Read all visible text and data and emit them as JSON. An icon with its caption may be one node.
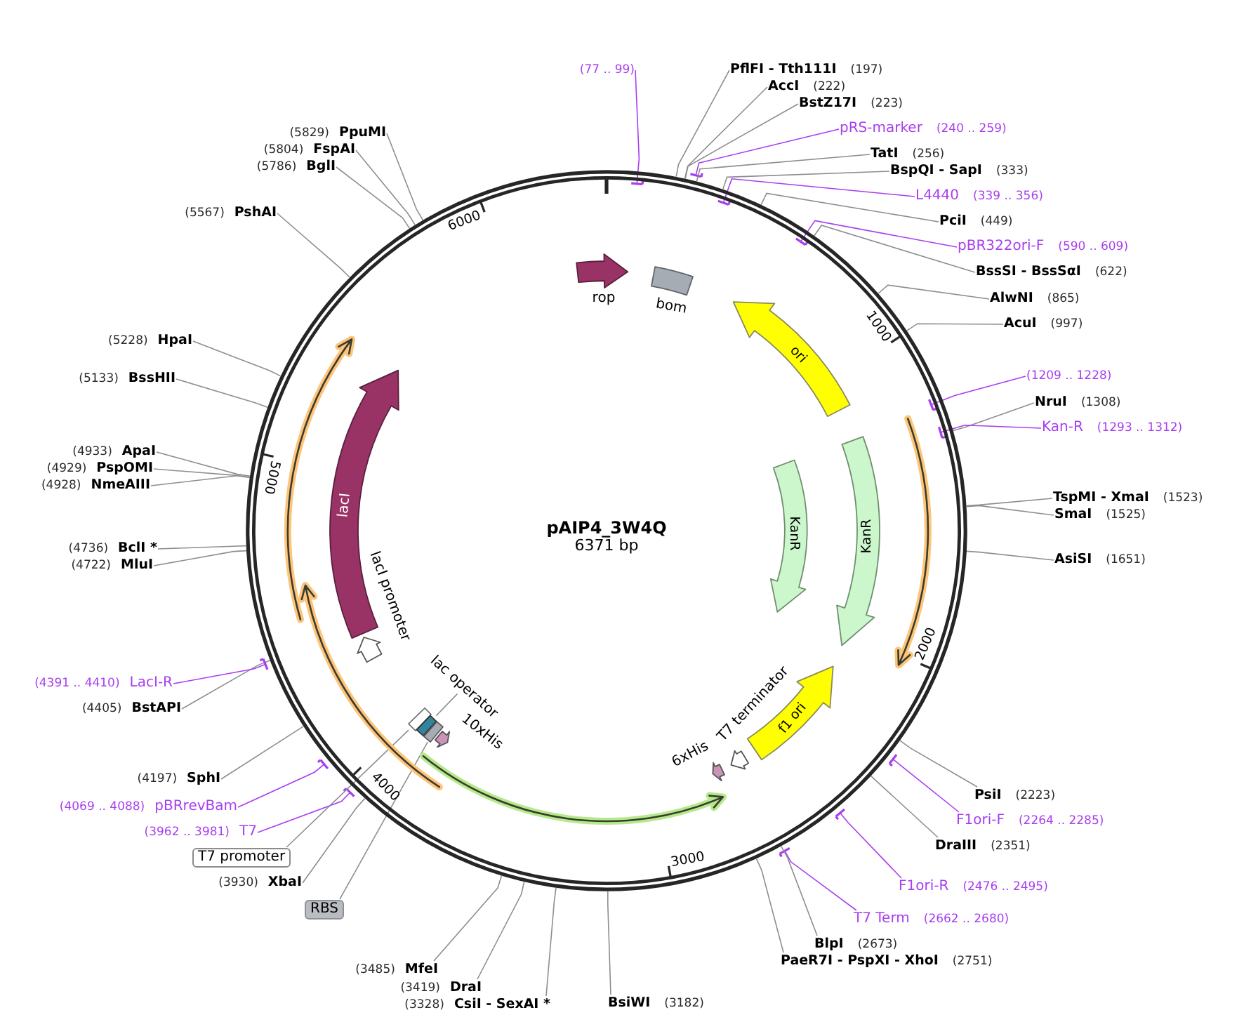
{
  "diagram": {
    "title": "pAIP4_3W4Q",
    "nodes": [
      {
        "text": [
          "(77 .. 99)"
        ]
      },
      {
        "text": [
          "PflFI - Tth111I",
          "(197)"
        ]
      },
      {
        "text": [
          "AccI",
          "(222)"
        ]
      },
      {
        "text": [
          "BstZ17I",
          "(223)"
        ]
      },
      {
        "text": [
          "pRS-marker",
          "(240 .. 259)"
        ]
      },
      {
        "text": [
          "TatI",
          "(256)"
        ]
      },
      {
        "text": [
          "BspQI - SapI",
          "(333)"
        ]
      },
      {
        "text": [
          "L4440",
          "(339 .. 356)"
        ]
      },
      {
        "text": [
          "PciI",
          "(449)"
        ]
      },
      {
        "text": [
          "pBR322ori-F",
          "(590 .. 609)"
        ]
      },
      {
        "text": [
          "BssSI - BssSαI",
          "(622)"
        ]
      },
      {
        "text": [
          "AlwNI",
          "(865)"
        ]
      },
      {
        "text": [
          "AcuI",
          "(997)"
        ]
      },
      {
        "text": [
          "(1209 .. 1228)"
        ]
      },
      {
        "text": [
          "NruI",
          "(1308)"
        ]
      },
      {
        "text": [
          "Kan-R",
          "(1293 .. 1312)"
        ]
      },
      {
        "text": [
          "TspMI - XmaI",
          "(1523)"
        ]
      },
      {
        "text": [
          "SmaI",
          "(1525)"
        ]
      },
      {
        "text": [
          "AsiSI",
          "(1651)"
        ]
      },
      {
        "text": [
          "PsiI",
          "(2223)"
        ]
      },
      {
        "text": [
          "F1ori-F",
          "(2264 .. 2285)"
        ]
      },
      {
        "text": [
          "DraIII",
          "(2351)"
        ]
      },
      {
        "text": [
          "F1ori-R",
          "(2476 .. 2495)"
        ]
      },
      {
        "text": [
          "T7 Term",
          "(2662 .. 2680)"
        ]
      },
      {
        "text": [
          "BlpI",
          "(2673)"
        ]
      },
      {
        "text": [
          "PaeR7I - PspXI - XhoI",
          "(2751)"
        ]
      },
      {
        "text": [
          "BsiWI",
          "(3182)"
        ]
      },
      {
        "text": [
          "(3485)",
          "MfeI"
        ]
      },
      {
        "text": [
          "(3419)",
          "DraI"
        ]
      },
      {
        "text": [
          "(3328)",
          "CsiI - SexAI *"
        ]
      },
      {
        "text": [
          "RBS"
        ]
      },
      {
        "text": [
          "(3930)",
          "XbaI"
        ]
      },
      {
        "text": [
          "T7 promoter"
        ]
      },
      {
        "text": [
          "(3962 .. 3981)",
          "T7"
        ]
      },
      {
        "text": [
          "(4069 .. 4088)",
          "pBRrevBam"
        ]
      },
      {
        "text": [
          "(4197)",
          "SphI"
        ]
      },
      {
        "text": [
          "(4405)",
          "BstAPI"
        ]
      },
      {
        "text": [
          "(4391 .. 4410)",
          "LacI-R"
        ]
      },
      {
        "text": [
          "(4722)",
          "MluI"
        ]
      },
      {
        "text": [
          "(4736)",
          "BclI *"
        ]
      },
      {
        "text": [
          "(4928)",
          "NmeAIII"
        ]
      },
      {
        "text": [
          "(4929)",
          "PspOMI"
        ]
      },
      {
        "text": [
          "(4933)",
          "ApaI"
        ]
      },
      {
        "text": [
          "(5133)",
          "BssHII"
        ]
      },
      {
        "text": [
          "(5228)",
          "HpaI"
        ]
      },
      {
        "text": [
          "(5567)",
          "PshAI"
        ]
      },
      {
        "text": [
          "(5786)",
          "BglI"
        ]
      },
      {
        "text": [
          "(5804)",
          "FspAI"
        ]
      },
      {
        "text": [
          "(5829)",
          "PpuMI"
        ]
      },
      {
        "text": [],
        "shape": "circle"
      },
      {
        "text": [
          "rop"
        ],
        "in": 49
      },
      {
        "text": [
          "bom"
        ],
        "in": 49
      },
      {
        "text": [
          "ori"
        ],
        "in": 49
      },
      {
        "text": [
          "KanR"
        ],
        "in": 49
      },
      {
        "text": [
          "KanR"
        ],
        "in": 49
      },
      {
        "text": [
          "f1 ori"
        ],
        "in": 49
      },
      {
        "text": [
          "T7 terminator"
        ],
        "in": 49
      },
      {
        "text": [
          "6xHis"
        ],
        "in": 49
      },
      {
        "text": [
          "10xHis"
        ],
        "in": 49
      },
      {
        "text": [
          "lac operator"
        ],
        "in": 49
      },
      {
        "text": [],
        "shape": "box",
        "in": 49
      },
      {
        "text": [],
        "shape": "box",
        "in": 49
      },
      {
        "text": [],
        "shape": "box",
        "in": 49
      },
      {
        "text": [
          "lacI"
        ],
        "in": 49
      },
      {
        "text": [
          "lacI promoter"
        ],
        "in": 49
      }
    ],
    "edges": [
      {
        "from": 0,
        "to": 49,
        "arrow": "other",
        "color": "#a83ef0"
      },
      {
        "from": 1,
        "to": 49,
        "arrow": "none"
      },
      {
        "from": 2,
        "to": 49,
        "arrow": "none"
      },
      {
        "from": 3,
        "to": 49,
        "arrow": "none"
      },
      {
        "from": 4,
        "to": 49,
        "arrow": "other",
        "color": "#a83ef0"
      },
      {
        "from": 5,
        "to": 49,
        "arrow": "none"
      },
      {
        "from": 6,
        "to": 49,
        "arrow": "none"
      },
      {
        "from": 7,
        "to": 49,
        "arrow": "other",
        "color": "#a83ef0"
      },
      {
        "from": 8,
        "to": 49,
        "arrow": "none"
      },
      {
        "from": 9,
        "to": 49,
        "arrow": "other",
        "color": "#a83ef0"
      },
      {
        "from": 10,
        "to": 49,
        "arrow": "none"
      },
      {
        "from": 11,
        "to": 49,
        "arrow": "none"
      },
      {
        "from": 12,
        "to": 49,
        "arrow": "none"
      },
      {
        "from": 13,
        "to": 49,
        "arrow": "other",
        "color": "#a83ef0"
      },
      {
        "from": 14,
        "to": 49,
        "arrow": "none"
      },
      {
        "from": 15,
        "to": 49,
        "arrow": "other",
        "color": "#a83ef0"
      },
      {
        "from": 16,
        "to": 49,
        "arrow": "none"
      },
      {
        "from": 17,
        "to": 49,
        "arrow": "none"
      },
      {
        "from": 18,
        "to": 49,
        "arrow": "none"
      },
      {
        "from": 19,
        "to": 49,
        "arrow": "none"
      },
      {
        "from": 20,
        "to": 49,
        "arrow": "other",
        "color": "#a83ef0"
      },
      {
        "from": 21,
        "to": 49,
        "arrow": "none"
      },
      {
        "from": 22,
        "to": 49,
        "arrow": "other",
        "color": "#a83ef0"
      },
      {
        "from": 23,
        "to": 49,
        "arrow": "other",
        "color": "#a83ef0"
      },
      {
        "from": 24,
        "to": 49,
        "arrow": "none"
      },
      {
        "from": 25,
        "to": 49,
        "arrow": "none"
      },
      {
        "from": 26,
        "to": 49,
        "arrow": "none"
      },
      {
        "from": 27,
        "to": 49,
        "arrow": "none"
      },
      {
        "from": 28,
        "to": 49,
        "arrow": "none"
      },
      {
        "from": 29,
        "to": 49,
        "arrow": "none"
      },
      {
        "from": 31,
        "to": 49,
        "arrow": "none"
      },
      {
        "from": 33,
        "to": 49,
        "arrow": "other",
        "color": "#a83ef0"
      },
      {
        "from": 34,
        "to": 49,
        "arrow": "other",
        "color": "#a83ef0"
      },
      {
        "from": 35,
        "to": 49,
        "arrow": "none"
      },
      {
        "from": 36,
        "to": 49,
        "arrow": "none"
      },
      {
        "from": 37,
        "to": 49,
        "arrow": "other",
        "color": "#a83ef0"
      },
      {
        "from": 38,
        "to": 49,
        "arrow": "none"
      },
      {
        "from": 39,
        "to": 49,
        "arrow": "none"
      },
      {
        "from": 40,
        "to": 49,
        "arrow": "none"
      },
      {
        "from": 41,
        "to": 49,
        "arrow": "none"
      },
      {
        "from": 42,
        "to": 49,
        "arrow": "none"
      },
      {
        "from": 43,
        "to": 49,
        "arrow": "none"
      },
      {
        "from": 44,
        "to": 49,
        "arrow": "none"
      },
      {
        "from": 45,
        "to": 49,
        "arrow": "none"
      },
      {
        "from": 46,
        "to": 49,
        "arrow": "none"
      },
      {
        "from": 47,
        "to": 49,
        "arrow": "none"
      },
      {
        "from": 48,
        "to": 49,
        "arrow": "none"
      },
      {
        "from": 32,
        "to": 60,
        "arrow": "none"
      },
      {
        "from": 59,
        "to": 61,
        "arrow": "none"
      },
      {
        "from": 30,
        "to": 62,
        "arrow": "none"
      }
    ],
    "labels": [
      "6371 bp",
      "1000",
      "2000",
      "3000",
      "4000",
      "5000",
      "6000"
    ]
  }
}
